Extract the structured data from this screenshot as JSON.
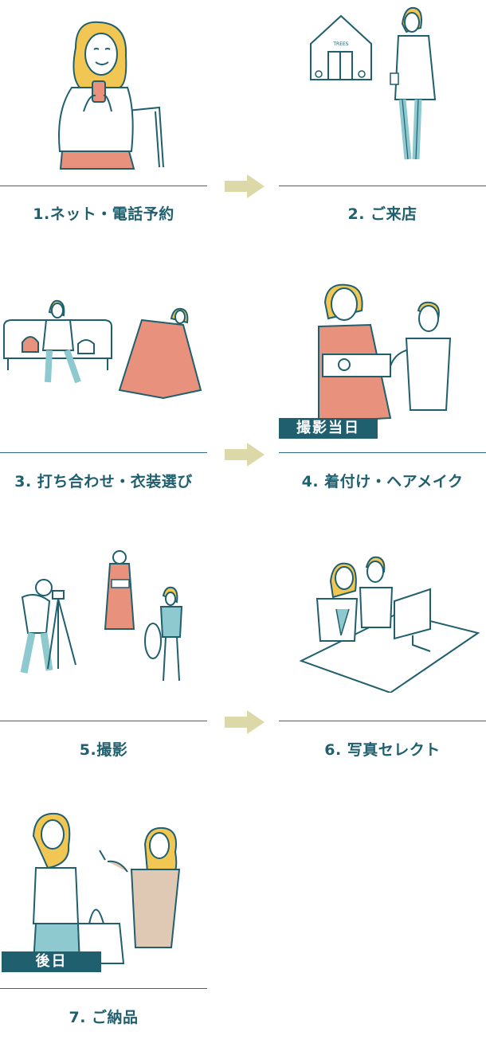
{
  "steps": [
    {
      "label": "1.ネット・電話予約"
    },
    {
      "label": "2. ご来店",
      "sign": "TREES"
    },
    {
      "label": "3. 打ち合わせ・衣装選び"
    },
    {
      "label": "4. 着付け・ヘアメイク",
      "badge": "撮影当日"
    },
    {
      "label": "5.撮影"
    },
    {
      "label": "6. 写真セレクト"
    },
    {
      "label": "7. ご納品",
      "badge": "後日"
    }
  ],
  "colors": {
    "accent": "#1f5f6e",
    "arrow": "#ddd8a8",
    "hair": "#f1c653",
    "coral": "#e8917c",
    "teal_light": "#8ec9cf",
    "skin": "#ffffff"
  },
  "icons": [
    "arrow-right-icon"
  ]
}
